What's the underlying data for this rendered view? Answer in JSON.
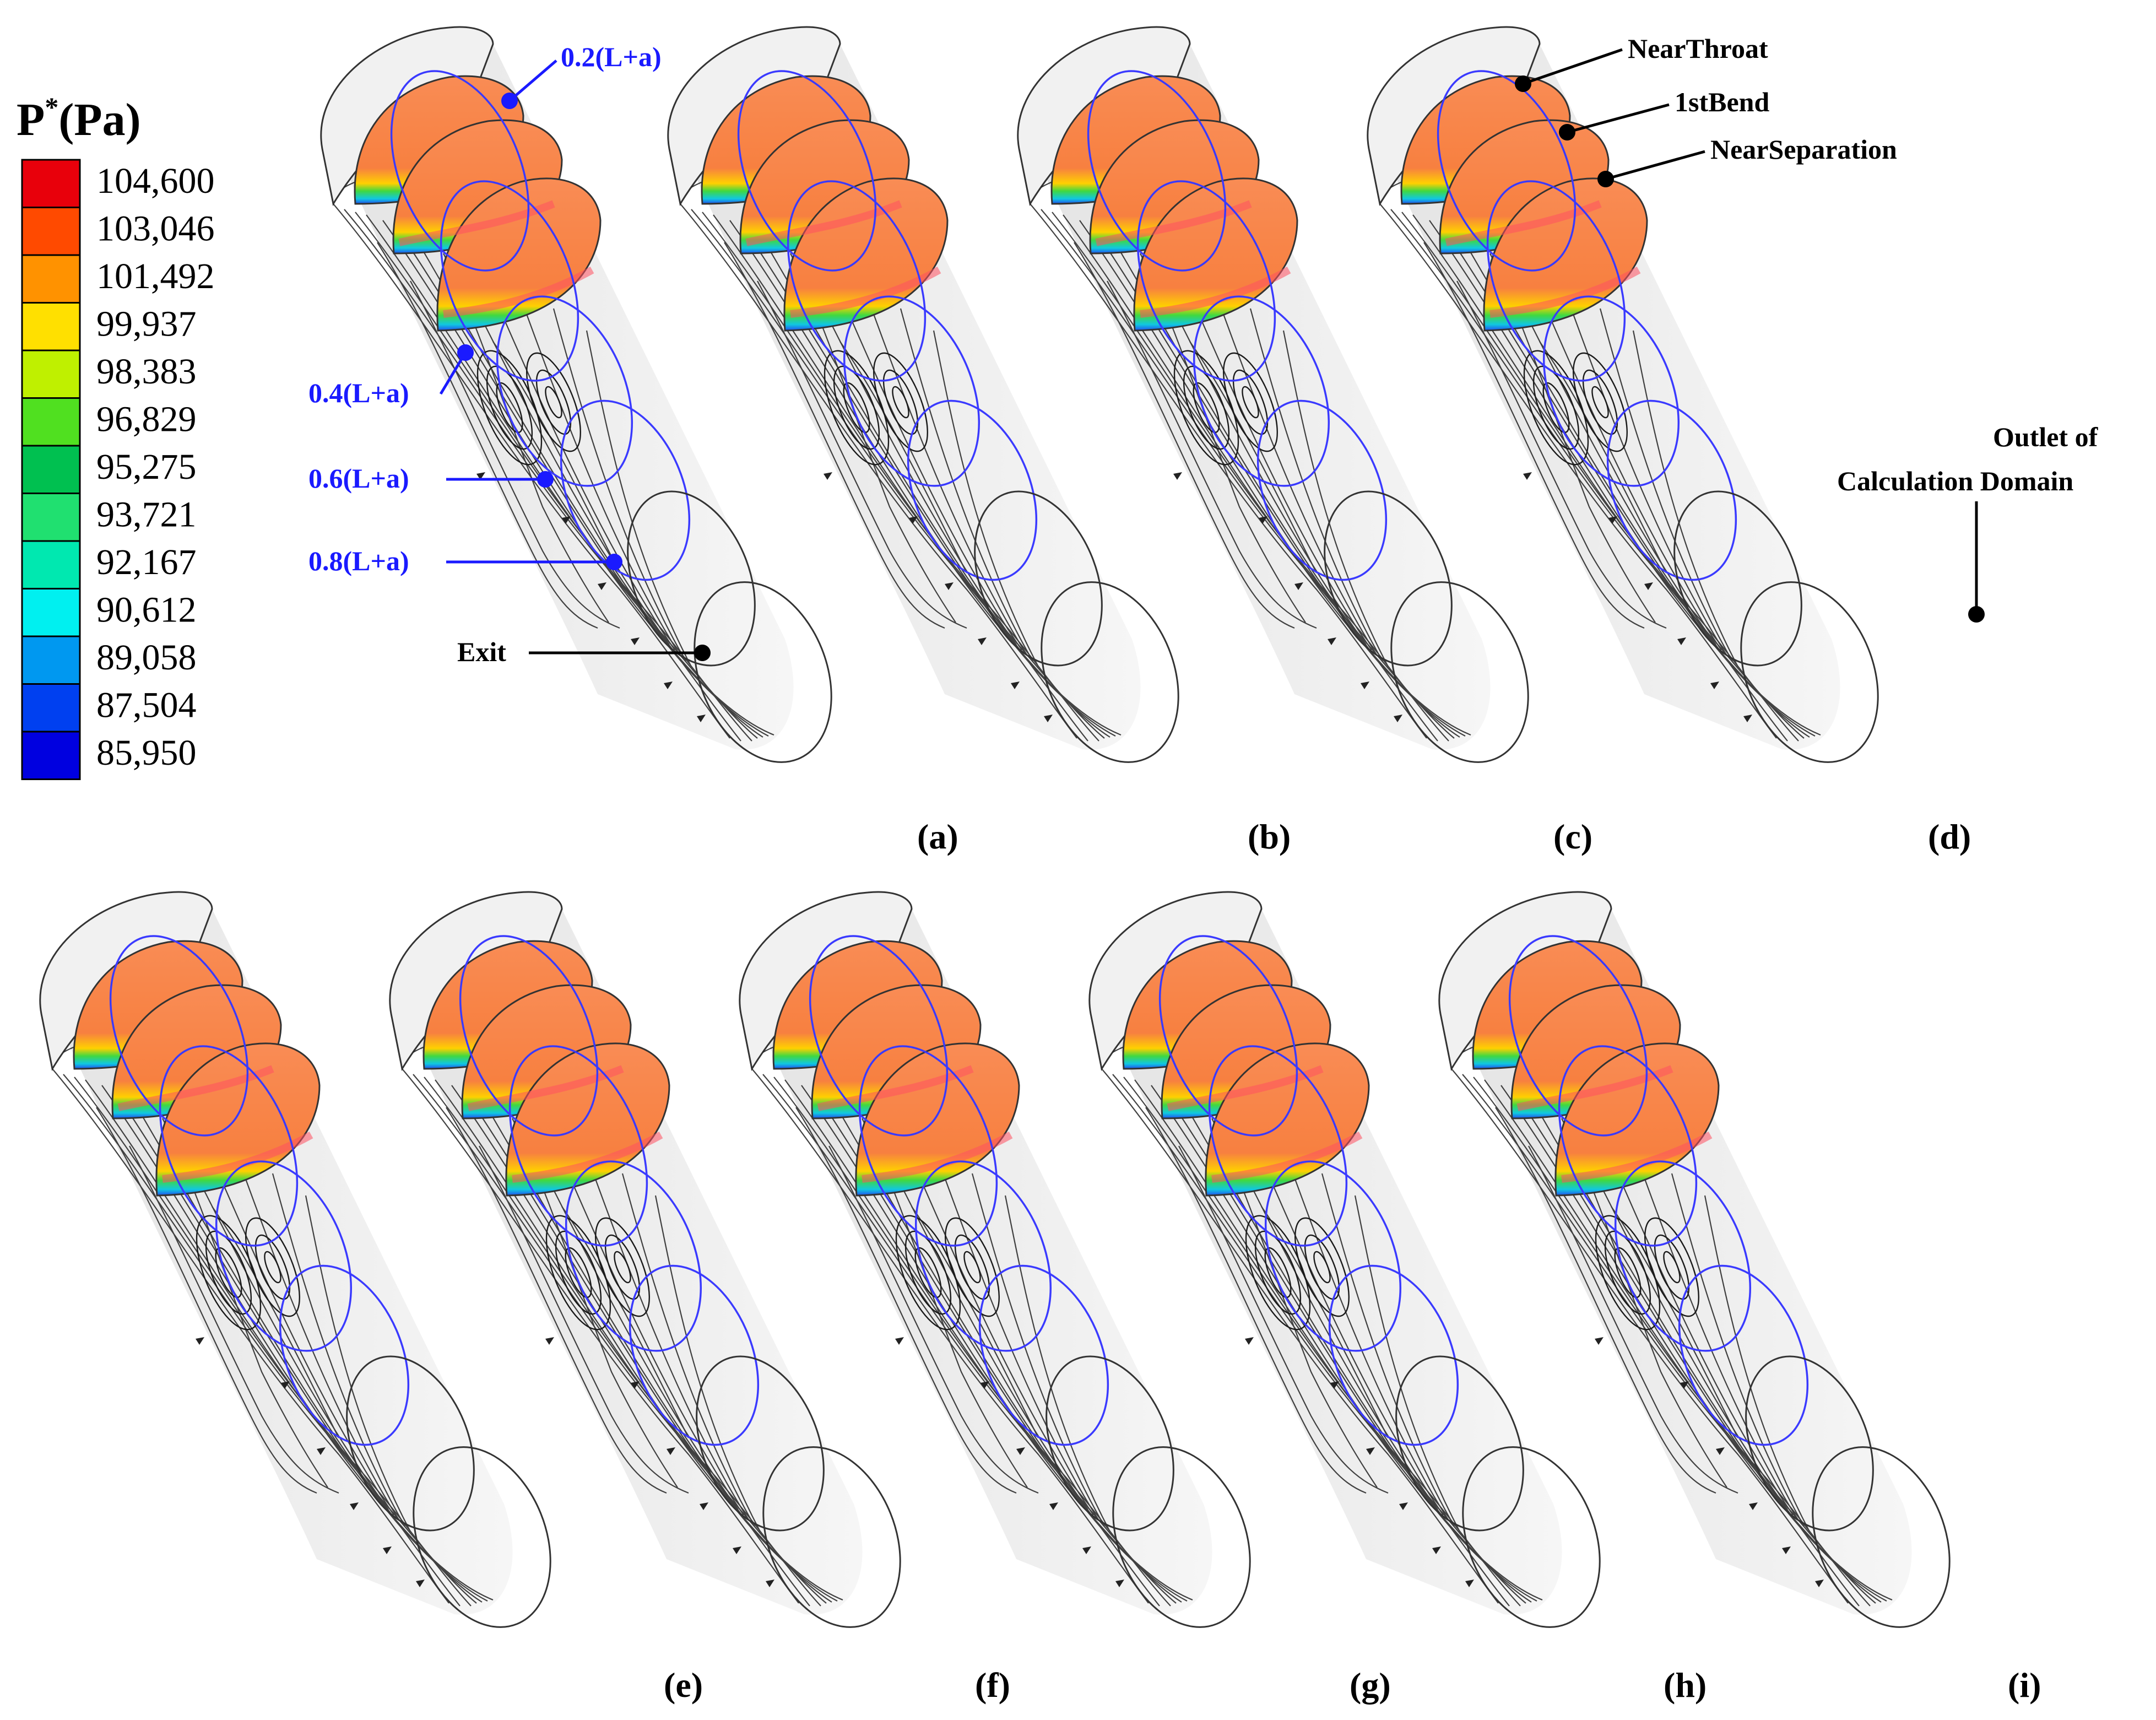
{
  "legend": {
    "title_main": "P",
    "title_sup": "*",
    "title_unit": "(Pa)",
    "ticks": [
      "104,600",
      "103,046",
      "101,492",
      "99,937",
      "98,383",
      "96,829",
      "95,275",
      "93,721",
      "92,167",
      "90,612",
      "89,058",
      "87,504",
      "85,950"
    ],
    "colors": [
      "#e8000b",
      "#ff4a00",
      "#ff9200",
      "#ffe000",
      "#bff000",
      "#50e020",
      "#00c050",
      "#20e070",
      "#00e8b0",
      "#00f0f0",
      "#0098f0",
      "#0040f0",
      "#0000e0"
    ]
  },
  "annotations": {
    "loc_02": "0.2(L+a)",
    "loc_04": "0.4(L+a)",
    "loc_06": "0.6(L+a)",
    "loc_08": "0.8(L+a)",
    "exit": "Exit",
    "near_throat": "NearThroat",
    "first_bend": "1stBend",
    "near_separation": "NearSeparation",
    "outlet_line1": "Outlet of",
    "outlet_line2": "Calculation Domain"
  },
  "panels": [
    "(a)",
    "(b)",
    "(c)",
    "(d)",
    "(e)",
    "(f)",
    "(g)",
    "(h)",
    "(i)"
  ],
  "colors": {
    "section_plane": "#f78a4a",
    "plane_highlight": "#ff5060",
    "location_ring": "#3a3aff",
    "streamline": "#222222",
    "duct_fill": "#ececec",
    "outline": "#333333"
  }
}
